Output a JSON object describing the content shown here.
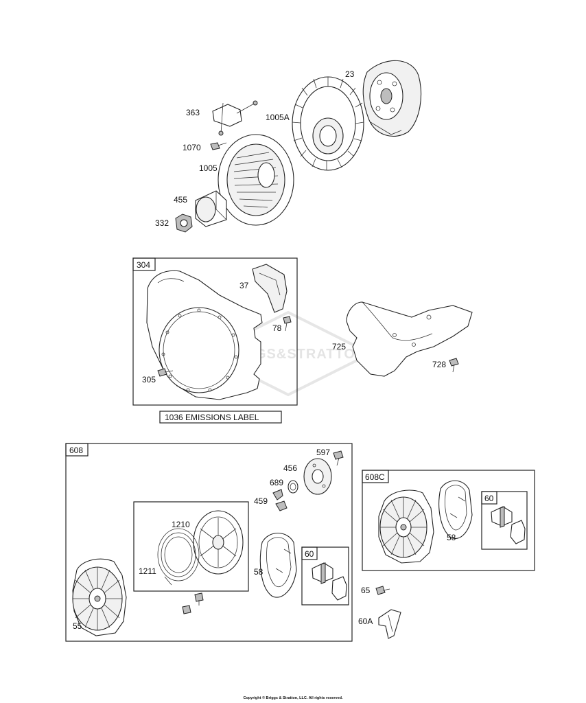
{
  "watermark": "BRIGGS&STRATTON",
  "copyright": "Copyright © Briggs & Stratton, LLC. All rights reserved.",
  "emissions_label": "1036 EMISSIONS LABEL",
  "groups": {
    "g304": "304",
    "g608": "608",
    "g608c": "608C",
    "g60a": "60",
    "g60b": "60"
  },
  "parts": {
    "p23": "23",
    "p363": "363",
    "p1005a": "1005A",
    "p1070": "1070",
    "p1005": "1005",
    "p455": "455",
    "p332": "332",
    "p37": "37",
    "p78": "78",
    "p725": "725",
    "p305": "305",
    "p728": "728",
    "p597": "597",
    "p456": "456",
    "p689": "689",
    "p459": "459",
    "p1210": "1210",
    "p1211": "1211",
    "p58a": "58",
    "p58b": "58",
    "p55": "55",
    "p65": "65",
    "p60a2": "60A"
  }
}
